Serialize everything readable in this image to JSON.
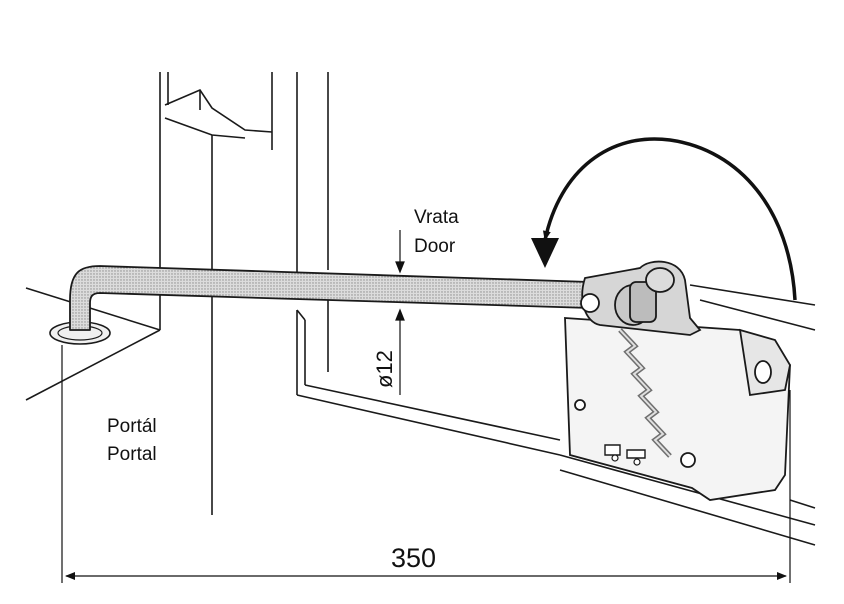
{
  "labels": {
    "door_cz": "Vrata",
    "door_en": "Door",
    "portal_cz": "Portál",
    "portal_en": "Portal",
    "diameter": "ø12",
    "length": "350"
  },
  "colors": {
    "line": "#1a1a1a",
    "rod_fill": "#c9c9c9",
    "bracket_fill": "#d6d6d6",
    "panel_fill": "#f4f4f4"
  }
}
